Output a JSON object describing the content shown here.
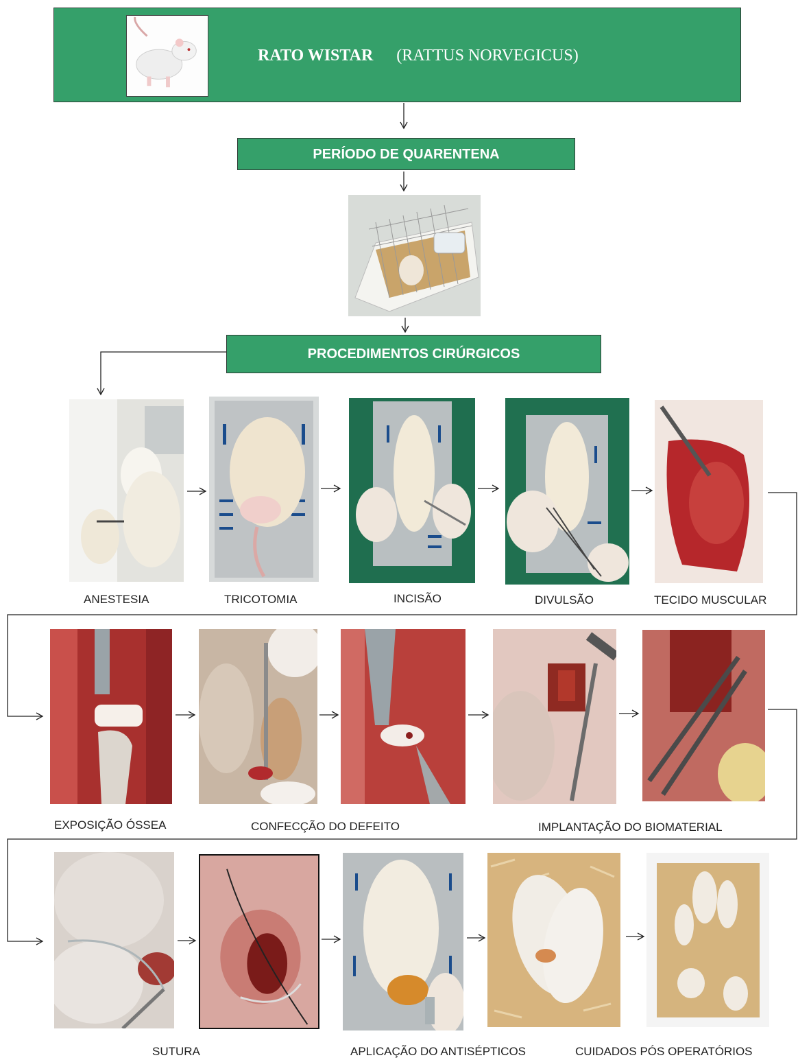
{
  "header": {
    "title_bold": "RATO WISTAR",
    "title_rest": "(RATTUS  NORVEGICUS)"
  },
  "steps": {
    "quarantine": "PERÍODO DE QUARENTENA",
    "surgery": "PROCEDIMENTOS CIRÚRGICOS"
  },
  "captions": {
    "anestesia": "ANESTESIA",
    "tricotomia": "TRICOTOMIA",
    "incisao": "INCISÃO",
    "divulsao": "DIVULSÃO",
    "tecido": "TECIDO MUSCULAR",
    "exposicao": "EXPOSIÇÃO ÓSSEA",
    "defeito": "CONFECÇÃO DO DEFEITO",
    "implantacao": "IMPLANTAÇÃO DO BIOMATERIAL",
    "sutura": "SUTURA",
    "antisepticos": "APLICAÇÃO DO ANTISÉPTICOS",
    "cuidados": "CUIDADOS PÓS OPERATÓRIOS"
  },
  "colors": {
    "box_green": "#35a06a",
    "arrow": "#222222"
  }
}
